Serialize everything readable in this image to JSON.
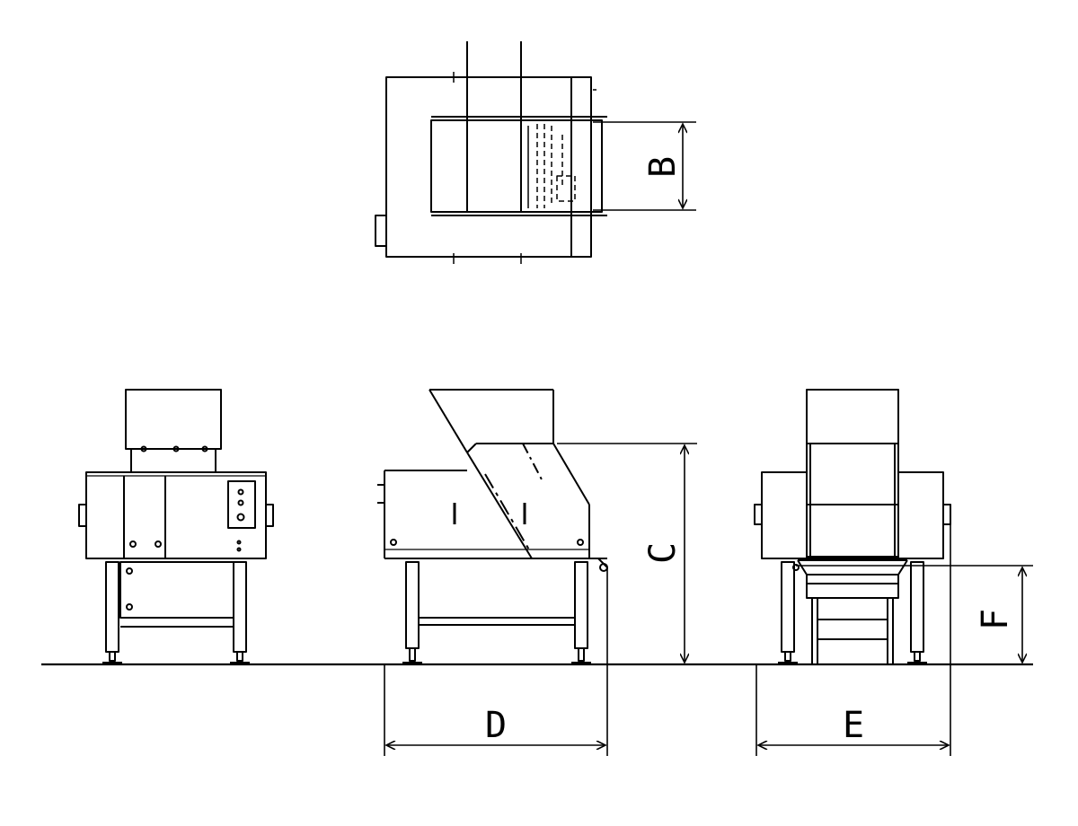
{
  "drawing": {
    "line_color": "#000000",
    "background": "#ffffff",
    "dimension_labels": {
      "B": "B",
      "C": "C",
      "D": "D",
      "E": "E",
      "F": "F"
    },
    "views": [
      "top-view",
      "left-end-view",
      "side-view",
      "right-end-view"
    ]
  }
}
